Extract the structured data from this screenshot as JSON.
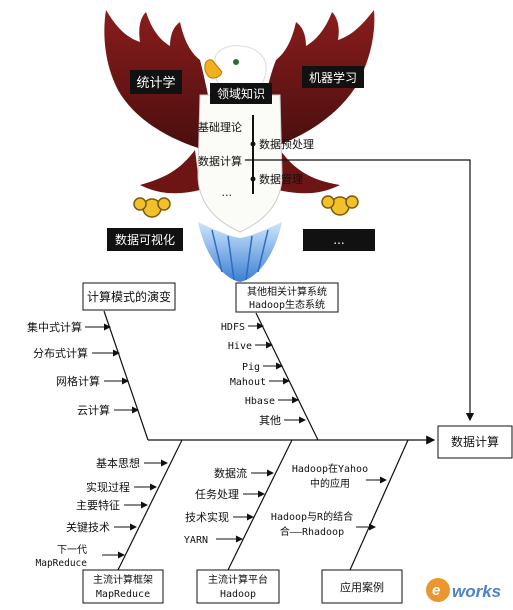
{
  "eagle": {
    "left_wing_label": "统计学",
    "head_label": "领域知识",
    "right_wing_label": "机器学习",
    "left_talon_label": "数据可视化",
    "right_talon_label": "...",
    "body_items_left": [
      "基础理论",
      "数据计算",
      "..."
    ],
    "body_items_right": [
      "数据预处理",
      "数据管理"
    ]
  },
  "fishbone": {
    "head_label": "数据计算",
    "top_categories": [
      {
        "label": "计算模式的演变",
        "causes": [
          "集中式计算",
          "分布式计算",
          "网格计算",
          "云计算"
        ]
      },
      {
        "label_line1": "其他相关计算系统",
        "label_line2": "Hadoop生态系统",
        "causes": [
          "HDFS",
          "Hive",
          "Pig",
          "Mahout",
          "Hbase",
          "其他"
        ]
      }
    ],
    "bottom_categories": [
      {
        "label_line1": "主流计算框架",
        "label_line2": "MapReduce",
        "causes": [
          "基本思想",
          "实现过程",
          "主要特征",
          "关键技术",
          "下一代",
          "MapReduce"
        ]
      },
      {
        "label_line1": "主流计算平台",
        "label_line2": "Hadoop",
        "causes": [
          "数据流",
          "任务处理",
          "技术实现",
          "YARN"
        ]
      },
      {
        "label": "应用案例",
        "causes": [
          "Hadoop在Yahoo",
          "中的应用",
          "Hadoop与R的结合",
          "合——Rhadoop"
        ]
      }
    ]
  },
  "watermark": {
    "prefix": "e",
    "suffix": "works"
  }
}
